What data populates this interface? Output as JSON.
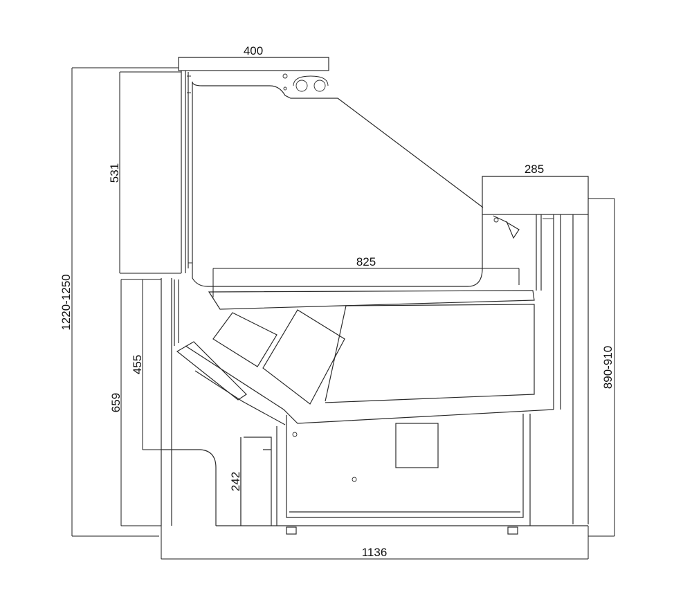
{
  "dimensions": {
    "top_width": "400",
    "upper_height": "531",
    "shelf_width": "285",
    "total_height": "1220-1250",
    "counter_height": "890-910",
    "depth": "825",
    "front_height": "659",
    "front_lower": "455",
    "base_height": "242",
    "total_length": "1136"
  },
  "colors": {
    "line": "#2b2b2b",
    "text": "#111111",
    "background": "#ffffff"
  }
}
